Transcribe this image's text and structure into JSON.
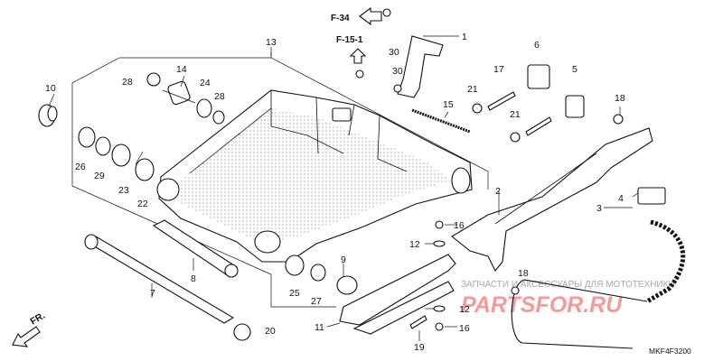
{
  "references": {
    "f34": "F-34",
    "f151": "F-15-1"
  },
  "callouts": {
    "c1": "1",
    "c2": "2",
    "c3": "3",
    "c4": "4",
    "c5": "5",
    "c6": "6",
    "c7": "7",
    "c8": "8",
    "c9": "9",
    "c10": "10",
    "c11": "11",
    "c12a": "12",
    "c12b": "12",
    "c13": "13",
    "c14": "14",
    "c15": "15",
    "c16a": "16",
    "c16b": "16",
    "c17": "17",
    "c18a": "18",
    "c18b": "18",
    "c19": "19",
    "c20": "20",
    "c21a": "21",
    "c21b": "21",
    "c22": "22",
    "c23": "23",
    "c24": "24",
    "c25": "25",
    "c26": "26",
    "c27": "27",
    "c28a": "28",
    "c28b": "28",
    "c29": "29",
    "c30a": "30",
    "c30b": "30"
  },
  "direction_label": "FR.",
  "diagram_code": "MKF4F3200",
  "watermark": {
    "brand": "PARTSFOR.RU",
    "tagline": "ЗАПЧАСТИ И АКСЕССУАРЫ ДЛЯ МОТОТЕХНИКИ"
  },
  "colors": {
    "line": "#111111",
    "watermark_red": "#e84a4a",
    "watermark_grey": "#a0a0a0"
  }
}
